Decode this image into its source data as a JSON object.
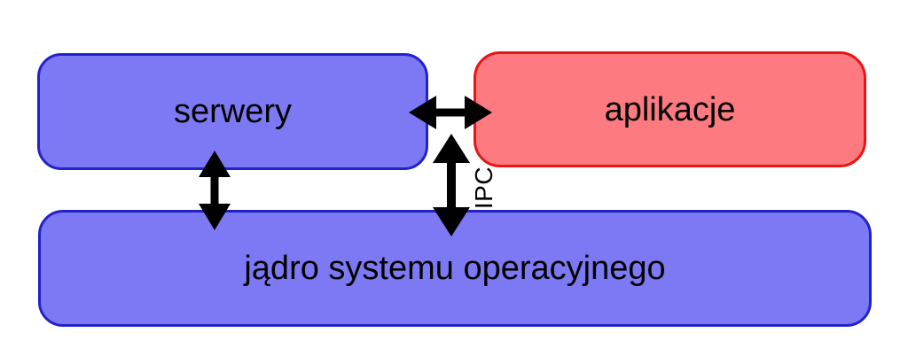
{
  "diagram": {
    "background": "#ffffff",
    "boxes": [
      {
        "id": "servers",
        "label": "serwery",
        "fill": "#7d78f3",
        "border": "#2222cc",
        "text_color": "#000000"
      },
      {
        "id": "applications",
        "label": "aplikacje",
        "fill": "#fc7a80",
        "border": "#e91515",
        "text_color": "#000000"
      },
      {
        "id": "kernel",
        "label": "jądro systemu operacyjnego",
        "fill": "#7d78f3",
        "border": "#2222cc",
        "text_color": "#000000"
      }
    ],
    "connectors": [
      {
        "id": "servers-applications",
        "type": "bidirectional-arrow",
        "orientation": "horizontal",
        "color": "#000000",
        "label": ""
      },
      {
        "id": "servers-kernel",
        "type": "bidirectional-arrow",
        "orientation": "vertical",
        "color": "#000000",
        "label": ""
      },
      {
        "id": "applications-kernel-ipc",
        "type": "bidirectional-arrow",
        "orientation": "vertical",
        "color": "#000000",
        "label": "IPC"
      }
    ]
  }
}
